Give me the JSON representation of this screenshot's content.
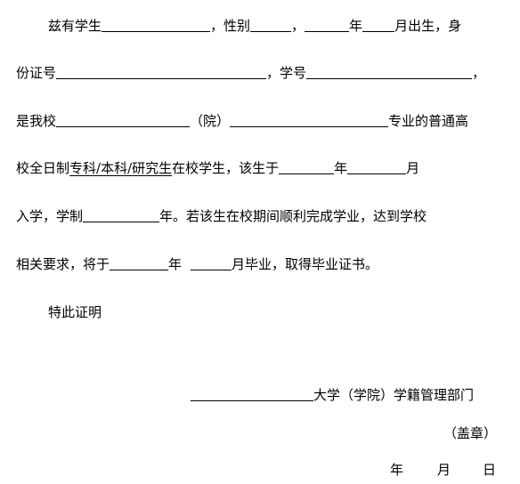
{
  "line1": {
    "t1": "兹有学生",
    "t2": "，性别",
    "t3": "，",
    "t4": "年",
    "t5": "月出生，身"
  },
  "line2": {
    "t1": "份证号",
    "t2": "，学号",
    "t3": "，"
  },
  "line3": {
    "t1": "是我校",
    "t2": "（院）",
    "t3": "专业的普通高"
  },
  "line4": {
    "t1": "校全日制",
    "t2": "专科/本科/研究生",
    "t3": "在校学生，该生于",
    "t4": "年",
    "t5": "月"
  },
  "line5": {
    "t1": "入学，学制",
    "t2": "年。若该生在校期间顺利完成学业，达到学校"
  },
  "line6": {
    "t1": "相关要求，将于",
    "t2": "年",
    "t3": "月毕业，取得毕业证书。"
  },
  "closing": "特此证明",
  "signature": {
    "university": "大学（学院）学籍管理部门",
    "seal": "（盖章）",
    "year": "年",
    "month": "月",
    "day": "日"
  }
}
